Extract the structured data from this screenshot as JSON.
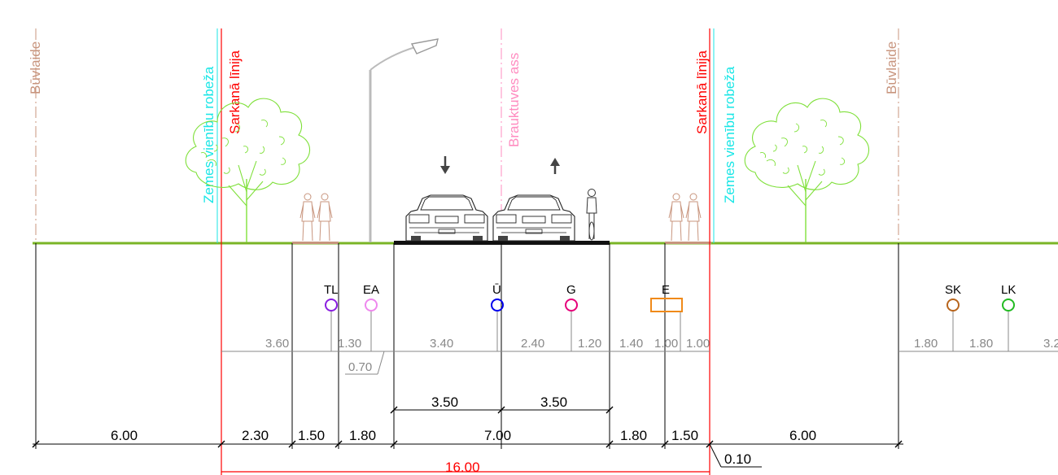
{
  "lines": {
    "buvlaide": "Būvlaide",
    "zemes": "Zemes vienību robeža",
    "sarkana": "Sarkanā līnija",
    "ass": "Brauktuves ass"
  },
  "utilities": {
    "tl": "TL",
    "ea": "EA",
    "u": "Ū",
    "g": "G",
    "e": "E",
    "sk": "SK",
    "lk": "LK"
  },
  "offsets": {
    "o1": "3.60",
    "o2": "1.30",
    "o3": "0.70",
    "o4": "3.40",
    "o5": "2.40",
    "o6": "1.20",
    "o7": "1.40",
    "o8": "1.00",
    "o9": "1.00",
    "o10": "1.80",
    "o11": "1.80",
    "o12": "3.2"
  },
  "lanes": {
    "l1": "3.50",
    "l2": "3.50"
  },
  "widths": {
    "w1": "6.00",
    "w2": "2.30",
    "w3": "1.50",
    "w4": "1.80",
    "w5": "7.00",
    "w6": "1.80",
    "w7": "1.50",
    "w8": "6.00",
    "w9": "0.10"
  },
  "total": "16.00",
  "colors": {
    "buvlaide": "#c8957e",
    "zemes": "#19e6e6",
    "sarkana": "#ff0000",
    "ass": "#ff8cc0",
    "ground": "#7ab526",
    "tree": "#7fe03a",
    "people": "#c8957e",
    "tl": "#8a1ee0",
    "ea": "#ee88ee",
    "u": "#0000ee",
    "g": "#e6007a",
    "e": "#f08a1a",
    "sk": "#b8651c",
    "lk": "#22bb22",
    "dim": "#000000",
    "offset": "#888888"
  }
}
